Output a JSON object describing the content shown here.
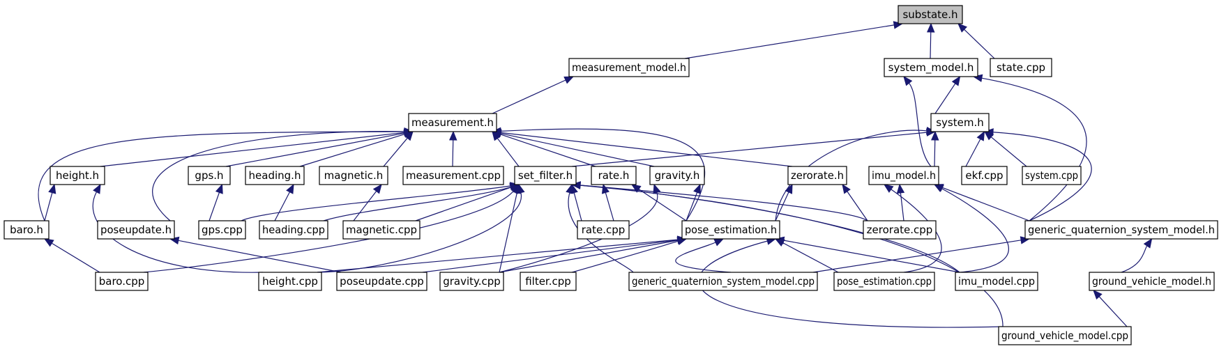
{
  "diagram": {
    "type": "include-dependency-graph",
    "colors": {
      "edge": "#191970",
      "node_border": "#000000",
      "root_fill": "#bfbfbf",
      "node_fill": "#ffffff"
    },
    "nodes": [
      {
        "id": "substate_h",
        "label": "substate.h",
        "root": true
      },
      {
        "id": "measurement_model_h",
        "label": "measurement_model.h"
      },
      {
        "id": "system_model_h",
        "label": "system_model.h"
      },
      {
        "id": "state_cpp",
        "label": "state.cpp"
      },
      {
        "id": "measurement_h",
        "label": "measurement.h"
      },
      {
        "id": "system_h",
        "label": "system.h"
      },
      {
        "id": "height_h",
        "label": "height.h"
      },
      {
        "id": "gps_h",
        "label": "gps.h"
      },
      {
        "id": "heading_h",
        "label": "heading.h"
      },
      {
        "id": "magnetic_h",
        "label": "magnetic.h"
      },
      {
        "id": "measurement_cpp",
        "label": "measurement.cpp"
      },
      {
        "id": "set_filter_h",
        "label": "set_filter.h"
      },
      {
        "id": "rate_h",
        "label": "rate.h"
      },
      {
        "id": "gravity_h",
        "label": "gravity.h"
      },
      {
        "id": "zerorate_h",
        "label": "zerorate.h"
      },
      {
        "id": "imu_model_h",
        "label": "imu_model.h"
      },
      {
        "id": "ekf_cpp",
        "label": "ekf.cpp"
      },
      {
        "id": "system_cpp",
        "label": "system.cpp"
      },
      {
        "id": "baro_h",
        "label": "baro.h"
      },
      {
        "id": "poseupdate_h",
        "label": "poseupdate.h"
      },
      {
        "id": "gps_cpp",
        "label": "gps.cpp"
      },
      {
        "id": "heading_cpp",
        "label": "heading.cpp"
      },
      {
        "id": "magnetic_cpp",
        "label": "magnetic.cpp"
      },
      {
        "id": "rate_cpp",
        "label": "rate.cpp"
      },
      {
        "id": "pose_estimation_h",
        "label": "pose_estimation.h"
      },
      {
        "id": "zerorate_cpp",
        "label": "zerorate.cpp"
      },
      {
        "id": "gqsm_h",
        "label": "generic_quaternion_system_model.h"
      },
      {
        "id": "baro_cpp",
        "label": "baro.cpp"
      },
      {
        "id": "height_cpp",
        "label": "height.cpp"
      },
      {
        "id": "poseupdate_cpp",
        "label": "poseupdate.cpp"
      },
      {
        "id": "gravity_cpp",
        "label": "gravity.cpp"
      },
      {
        "id": "filter_cpp",
        "label": "filter.cpp"
      },
      {
        "id": "gqsm_cpp",
        "label": "generic_quaternion_system_model.cpp"
      },
      {
        "id": "pose_estimation_cpp",
        "label": "pose_estimation.cpp"
      },
      {
        "id": "imu_model_cpp",
        "label": "imu_model.cpp"
      },
      {
        "id": "ground_vehicle_model_h",
        "label": "ground_vehicle_model.h"
      },
      {
        "id": "ground_vehicle_model_cpp",
        "label": "ground_vehicle_model.cpp"
      }
    ],
    "edges": [
      {
        "from": "measurement_model_h",
        "to": "substate_h"
      },
      {
        "from": "system_model_h",
        "to": "substate_h"
      },
      {
        "from": "state_cpp",
        "to": "substate_h"
      },
      {
        "from": "measurement_h",
        "to": "measurement_model_h"
      },
      {
        "from": "system_h",
        "to": "system_model_h"
      },
      {
        "from": "imu_model_h",
        "to": "system_model_h"
      },
      {
        "from": "gqsm_h",
        "to": "system_model_h"
      },
      {
        "from": "height_h",
        "to": "measurement_h"
      },
      {
        "from": "gps_h",
        "to": "measurement_h"
      },
      {
        "from": "heading_h",
        "to": "measurement_h"
      },
      {
        "from": "magnetic_h",
        "to": "measurement_h"
      },
      {
        "from": "measurement_cpp",
        "to": "measurement_h"
      },
      {
        "from": "set_filter_h",
        "to": "measurement_h"
      },
      {
        "from": "rate_h",
        "to": "measurement_h"
      },
      {
        "from": "gravity_h",
        "to": "measurement_h"
      },
      {
        "from": "zerorate_h",
        "to": "measurement_h"
      },
      {
        "from": "baro_h",
        "to": "measurement_h"
      },
      {
        "from": "poseupdate_h",
        "to": "measurement_h"
      },
      {
        "from": "pose_estimation_h",
        "to": "measurement_h"
      },
      {
        "from": "set_filter_h",
        "to": "system_h"
      },
      {
        "from": "imu_model_h",
        "to": "system_h"
      },
      {
        "from": "ekf_cpp",
        "to": "system_h"
      },
      {
        "from": "system_cpp",
        "to": "system_h"
      },
      {
        "from": "pose_estimation_h",
        "to": "system_h"
      },
      {
        "from": "gqsm_h",
        "to": "system_h"
      },
      {
        "from": "baro_h",
        "to": "height_h"
      },
      {
        "from": "height_cpp",
        "to": "height_h"
      },
      {
        "from": "gps_cpp",
        "to": "gps_h"
      },
      {
        "from": "heading_cpp",
        "to": "heading_h"
      },
      {
        "from": "magnetic_cpp",
        "to": "magnetic_h"
      },
      {
        "from": "gps_cpp",
        "to": "set_filter_h"
      },
      {
        "from": "heading_cpp",
        "to": "set_filter_h"
      },
      {
        "from": "magnetic_cpp",
        "to": "set_filter_h"
      },
      {
        "from": "rate_cpp",
        "to": "set_filter_h"
      },
      {
        "from": "zerorate_cpp",
        "to": "set_filter_h"
      },
      {
        "from": "baro_cpp",
        "to": "set_filter_h"
      },
      {
        "from": "height_cpp",
        "to": "set_filter_h"
      },
      {
        "from": "gravity_cpp",
        "to": "set_filter_h"
      },
      {
        "from": "gqsm_cpp",
        "to": "set_filter_h"
      },
      {
        "from": "imu_model_cpp",
        "to": "set_filter_h"
      },
      {
        "from": "ground_vehicle_model_cpp",
        "to": "set_filter_h"
      },
      {
        "from": "rate_cpp",
        "to": "rate_h"
      },
      {
        "from": "pose_estimation_h",
        "to": "rate_h"
      },
      {
        "from": "pose_estimation_h",
        "to": "gravity_h"
      },
      {
        "from": "gravity_cpp",
        "to": "gravity_h"
      },
      {
        "from": "pose_estimation_h",
        "to": "zerorate_h"
      },
      {
        "from": "zerorate_cpp",
        "to": "zerorate_h"
      },
      {
        "from": "zerorate_cpp",
        "to": "imu_model_h"
      },
      {
        "from": "gqsm_h",
        "to": "imu_model_h"
      },
      {
        "from": "imu_model_cpp",
        "to": "imu_model_h"
      },
      {
        "from": "pose_estimation_cpp",
        "to": "imu_model_h"
      },
      {
        "from": "baro_cpp",
        "to": "baro_h"
      },
      {
        "from": "poseupdate_cpp",
        "to": "poseupdate_h"
      },
      {
        "from": "height_cpp",
        "to": "pose_estimation_h"
      },
      {
        "from": "poseupdate_cpp",
        "to": "pose_estimation_h"
      },
      {
        "from": "gravity_cpp",
        "to": "pose_estimation_h"
      },
      {
        "from": "filter_cpp",
        "to": "pose_estimation_h"
      },
      {
        "from": "gqsm_cpp",
        "to": "pose_estimation_h"
      },
      {
        "from": "pose_estimation_cpp",
        "to": "pose_estimation_h"
      },
      {
        "from": "imu_model_cpp",
        "to": "pose_estimation_h"
      },
      {
        "from": "ground_vehicle_model_cpp",
        "to": "pose_estimation_h"
      },
      {
        "from": "ground_vehicle_model_h",
        "to": "gqsm_h"
      },
      {
        "from": "gqsm_cpp",
        "to": "gqsm_h"
      },
      {
        "from": "ground_vehicle_model_cpp",
        "to": "ground_vehicle_model_h"
      }
    ]
  }
}
